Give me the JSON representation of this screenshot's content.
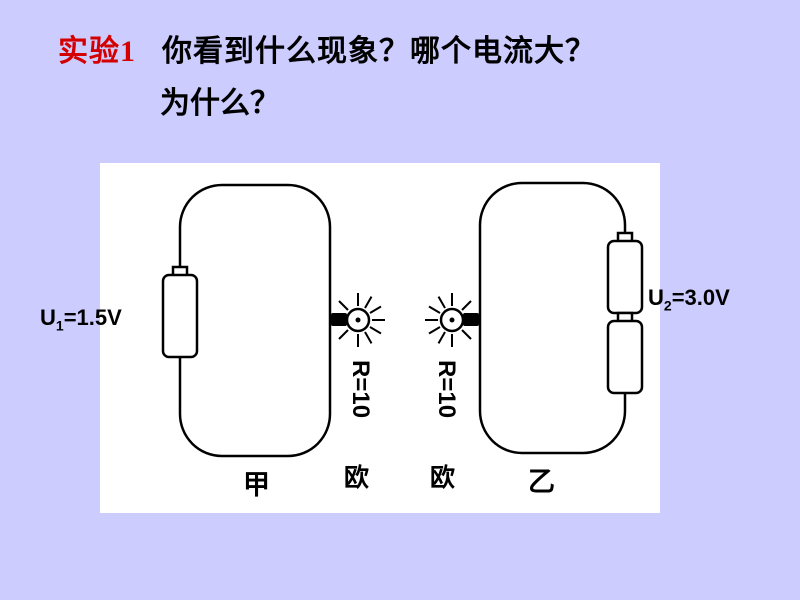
{
  "slide": {
    "title": {
      "label_red": "实验1",
      "question": "你看到什么现象？哪个电流大？",
      "line2": "为什么？"
    },
    "colors": {
      "background": "#ccccff",
      "title_red": "#d40000",
      "panel_bg": "#ffffff",
      "ink": "#000000"
    }
  },
  "diagram": {
    "left": {
      "voltage": {
        "symbol": "U",
        "sub": "1",
        "value": "=1.5V"
      },
      "resistor": {
        "text": "R=10",
        "unit": "欧"
      },
      "caption": "甲"
    },
    "right": {
      "voltage": {
        "symbol": "U",
        "sub": "2",
        "value": "=3.0V"
      },
      "resistor": {
        "text": "R=10",
        "unit": "欧"
      },
      "caption": "乙"
    }
  }
}
